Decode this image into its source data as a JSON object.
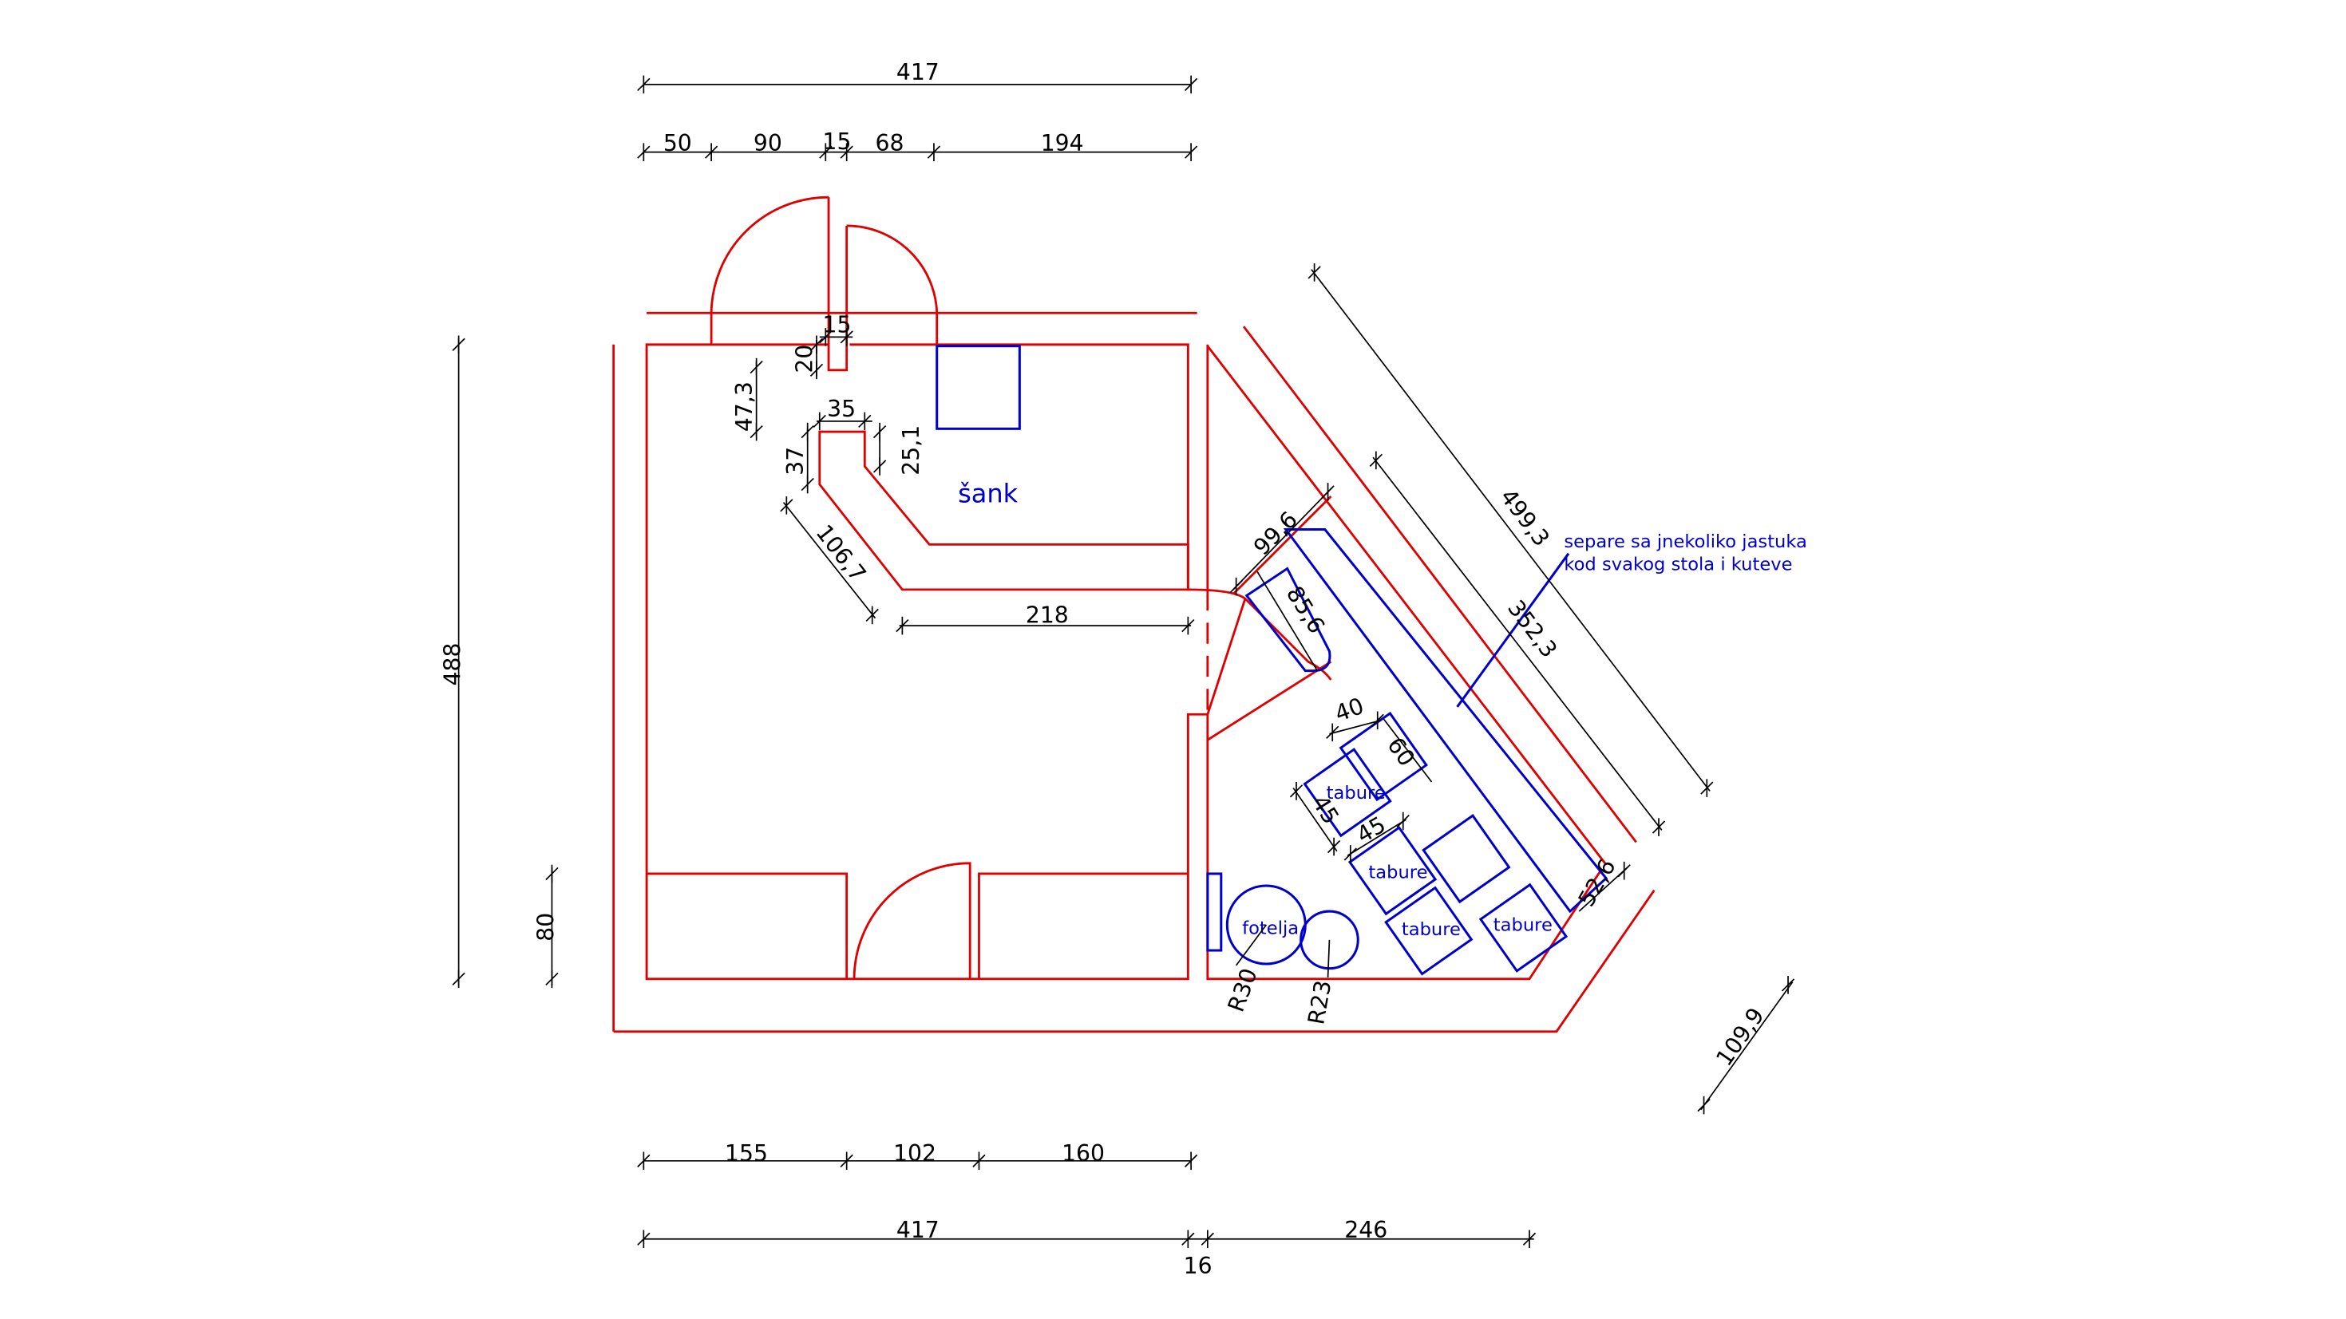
{
  "colors": {
    "walls": "#e00000",
    "furniture": "#0000cc",
    "dimensions": "#000000",
    "background": "#ffffff"
  },
  "dimensions": {
    "top_total": "417",
    "top_seg_1": "50",
    "top_seg_2": "90",
    "top_seg_3": "15",
    "top_seg_4": "68",
    "top_seg_5": "194",
    "wall_15": "15",
    "wall_20": "20",
    "bar_47_3": "47,3",
    "bar_35": "35",
    "bar_37": "37",
    "bar_25_1": "25,1",
    "bar_106_7": "106,7",
    "bar_218": "218",
    "height_488": "488",
    "height_80": "80",
    "diag_499_3": "499,3",
    "diag_352_3": "352,3",
    "diag_99_6": "99,6",
    "diag_85_6": "85,6",
    "stool_40": "40",
    "stool_60": "60",
    "stool_45a": "45",
    "stool_45b": "45",
    "diag_52_6": "52,6",
    "diag_109_9": "109,9",
    "radius_30": "R30",
    "radius_23": "R23",
    "bottom_seg_1": "155",
    "bottom_seg_2": "102",
    "bottom_seg_3": "160",
    "bottom_total_left": "417",
    "bottom_mid": "16",
    "bottom_total_right": "246"
  },
  "labels": {
    "bar_counter": "šank",
    "booth_note_line1": "separe sa jnekoliko jastuka",
    "booth_note_line2": "kod svakog stola i kuteve",
    "stool_1": "tabure",
    "stool_2": "tabure",
    "stool_3": "tabure",
    "stool_4": "tabure",
    "armchair": "fotelja"
  }
}
